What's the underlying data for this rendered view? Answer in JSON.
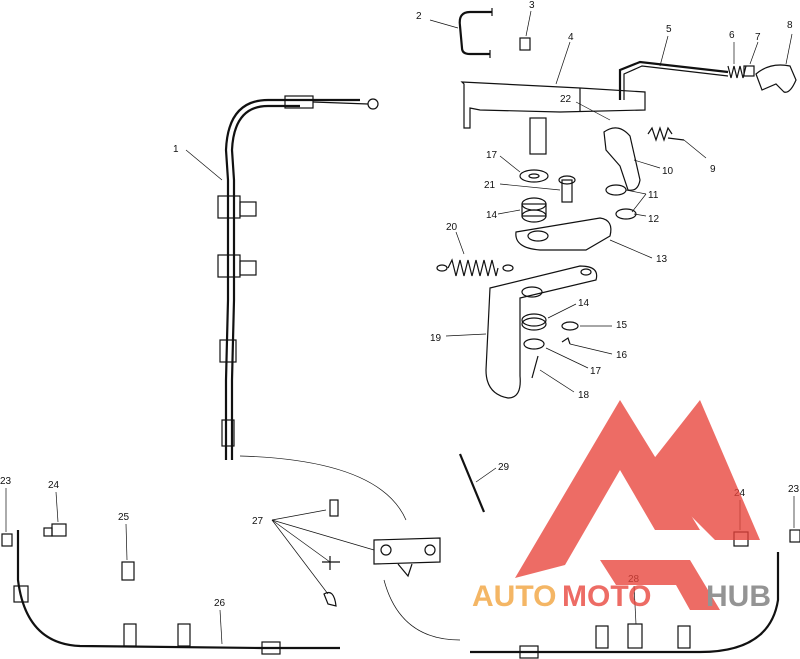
{
  "labels": [
    "1",
    "2",
    "3",
    "4",
    "5",
    "6",
    "7",
    "8",
    "9",
    "10",
    "11",
    "12",
    "13",
    "14",
    "15",
    "16",
    "17",
    "17",
    "18",
    "19",
    "20",
    "21",
    "22",
    "23",
    "24",
    "25",
    "26",
    "27",
    "28",
    "29",
    "23",
    "24",
    "14",
    "17",
    "1"
  ],
  "watermark": {
    "auto": "AUTO",
    "moto": "MOTO",
    "hub": "HUB",
    "color_red": "#e8433a",
    "color_orange": "#f2a23a",
    "color_gray": "#777777"
  }
}
